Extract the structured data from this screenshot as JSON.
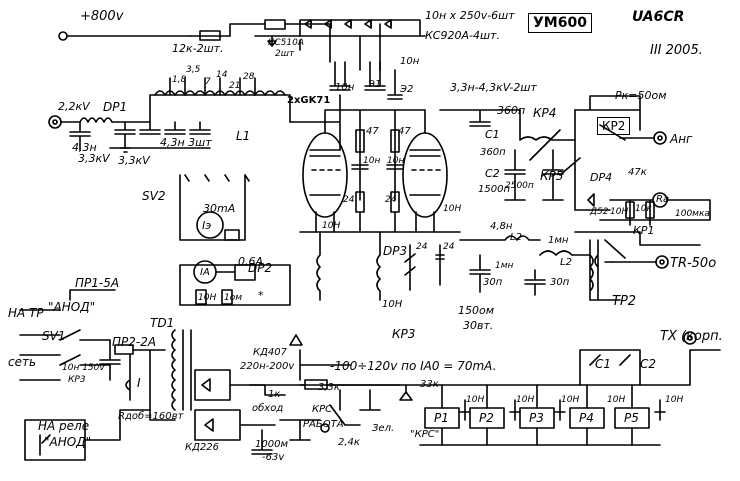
{
  "header": {
    "model": "УМ600",
    "callsign": "UA6CR",
    "date": "III 2005."
  },
  "tubes": {
    "designation": "2xGK71"
  },
  "labels": {
    "hv_supply": "+800v",
    "resistors_top": "12к-2шт.",
    "diodes_kc510": "КС510А",
    "diodes_kc510_count": "2шт",
    "caps_top": "10н х 250v-6шт",
    "diodes_kc920": "КС920А-4шт.",
    "choke_dp1_voltage": "2,2кV",
    "choke_dp1": "DP1",
    "cap_4n3": "4,3н",
    "cap_4n3_v": "3,3кV",
    "cap_3_3kv": "3,3кV",
    "cap_4n3_3": "4,3н 3шт",
    "coil_l1": "L1",
    "tap_1": "1,8",
    "tap_2": "3,5",
    "tap_3": "7",
    "tap_4": "14",
    "tap_5": "21",
    "tap_6": "28",
    "cap_10n_a": "10н",
    "e1": "Э1",
    "e2": "Э2",
    "cap_10n_b": "10н",
    "cap_3n3": "3,3н-4,3кV-2шт",
    "cap_360p": "360п",
    "kp4": "КР4",
    "pr50om": "Рк=50ом",
    "kp2": "КР2",
    "ant": "Анг",
    "c1": "C1",
    "c1_val": "360п",
    "c2": "C2",
    "c2_val": "1500п",
    "c2_val_b": "2500п",
    "kp5": "КР5",
    "sv2": "SV2",
    "ma30": "30mA",
    "ie_meter": "Iэ",
    "res_47a": "47",
    "res_47b": "47",
    "res_10h_a": "10н",
    "res_10h_b": "10н",
    "res_24a": "24",
    "res_24b": "24",
    "res_24c": "24",
    "res_24d": "24",
    "res_10h_c": "10Н",
    "res_10h_d": "10Н",
    "dp4": "DP4",
    "r47k": "47к",
    "d52": "Д52",
    "r10n": "10Н",
    "r10k": "10к",
    "ra": "Ra",
    "r100mka": "100мка",
    "l4_8": "4,8н",
    "l2": "L2",
    "l1mn": "1мн",
    "l2_b": "L2",
    "kp1": "КР1",
    "tr50": "TR-50о",
    "dp2": "DP2",
    "dp3": "DP3",
    "ia_meter": "IA",
    "a06": "0,6A",
    "r10h_e": "10Н",
    "r1om": "1ом",
    "star": "*",
    "c30p_a": "30п",
    "c30p_b": "30п",
    "c1mn": "1мн",
    "c150": "150ом",
    "c30vt": "30вт.",
    "c10h_f": "10Н",
    "tp2": "ТР2",
    "pr1": "ПР1-5А",
    "na_tr_anod": "НА ТР",
    "na_tr_anod2": "\"АНОД\"",
    "sv1": "SV1",
    "pr2": "ПР2-2А",
    "set": "сеть",
    "c10h_150v": "10н 150v",
    "kp3a": "КР3",
    "td1": "TD1",
    "roman1": "I",
    "kd407": "КД407",
    "c220n": "220н-200v",
    "formula": "-100÷120v по IA0 = 70mA.",
    "kp3": "КР3",
    "r33k": "3,3к",
    "r1k": "1к",
    "r33k_b": "33к",
    "tx": "TX (корп.",
    "c1_b": "C1",
    "c2_b": "C2",
    "obxod": "обход",
    "krs": "КРС",
    "rabota": "РАБОТА",
    "r24k": "2,4к",
    "zel": "Зел.",
    "krs2": "\"КРС\"",
    "p1": "P1",
    "p2": "P2",
    "p3": "P3",
    "p4": "P4",
    "p5": "P5",
    "cap10h_1": "10Н",
    "cap10h_2": "10Н",
    "cap10h_3": "10Н",
    "cap10h_4": "10Н",
    "cap10h_5": "10Н",
    "na_rele": "НА реле",
    "anod_rele": "\"АНОД\"",
    "radd": "Rдоб=160вт",
    "kd226": "КД226",
    "c1000m": "1000м",
    "c63v": "-63v"
  }
}
